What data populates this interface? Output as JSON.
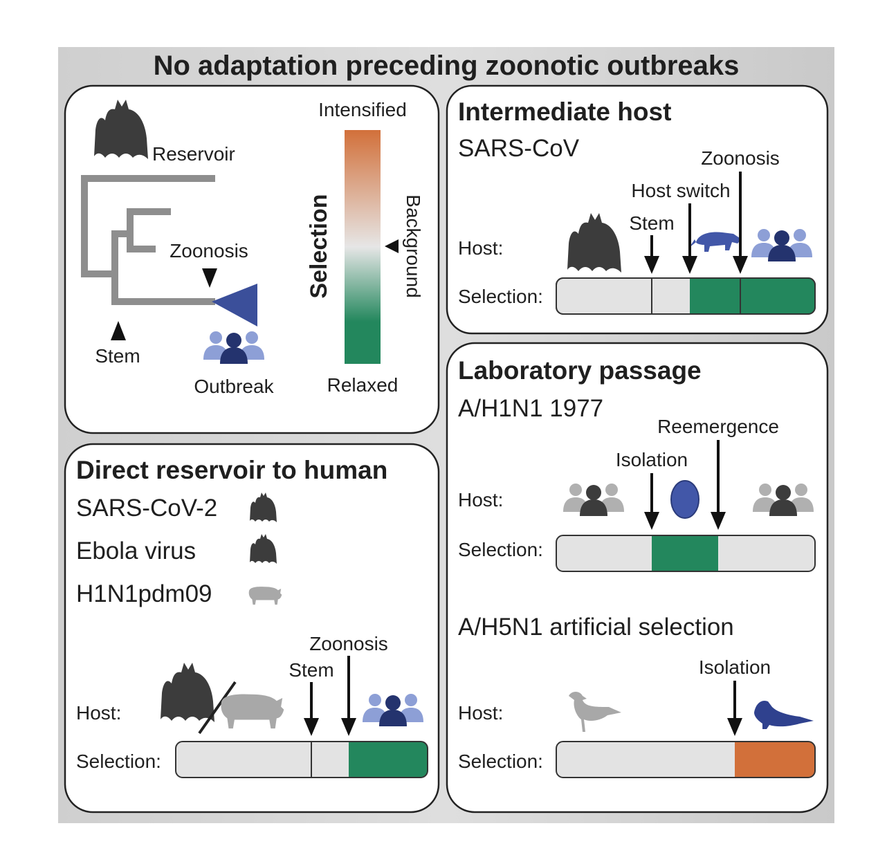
{
  "title": "No adaptation preceding zoonotic outbreaks",
  "legend": {
    "reservoir": "Reservoir",
    "zoonosis": "Zoonosis",
    "stem": "Stem",
    "outbreak": "Outbreak",
    "intensified": "Intensified",
    "relaxed": "Relaxed",
    "selection": "Selection",
    "background": "Background"
  },
  "colors": {
    "intensified": "#d2703a",
    "relaxed": "#23875d",
    "neutral": "#e3e3e3",
    "tree": "#8e8e8e",
    "clade": "#3b4f9a",
    "human_light": "#8d9fd6",
    "human_dark": "#24336e",
    "animal": "#3c3c3c",
    "mammal_blue": "#4257a8",
    "human_grey": "#a8a8a8"
  },
  "direct": {
    "heading": "Direct reservoir to human",
    "viruses": [
      "SARS-CoV-2",
      "Ebola virus",
      "H1N1pdm09"
    ],
    "host_label": "Host:",
    "selection_label": "Selection:",
    "stem": "Stem",
    "zoonosis": "Zoonosis"
  },
  "intermediate": {
    "heading": "Intermediate host",
    "virus": "SARS-CoV",
    "host_label": "Host:",
    "selection_label": "Selection:",
    "stem": "Stem",
    "host_switch": "Host switch",
    "zoonosis": "Zoonosis"
  },
  "lab": {
    "heading": "Laboratory passage",
    "h1n1": {
      "name": "A/H1N1 1977",
      "host_label": "Host:",
      "selection_label": "Selection:",
      "isolation": "Isolation",
      "reemergence": "Reemergence"
    },
    "h5n1": {
      "name": "A/H5N1 artificial selection",
      "host_label": "Host:",
      "selection_label": "Selection:",
      "isolation": "Isolation"
    }
  }
}
